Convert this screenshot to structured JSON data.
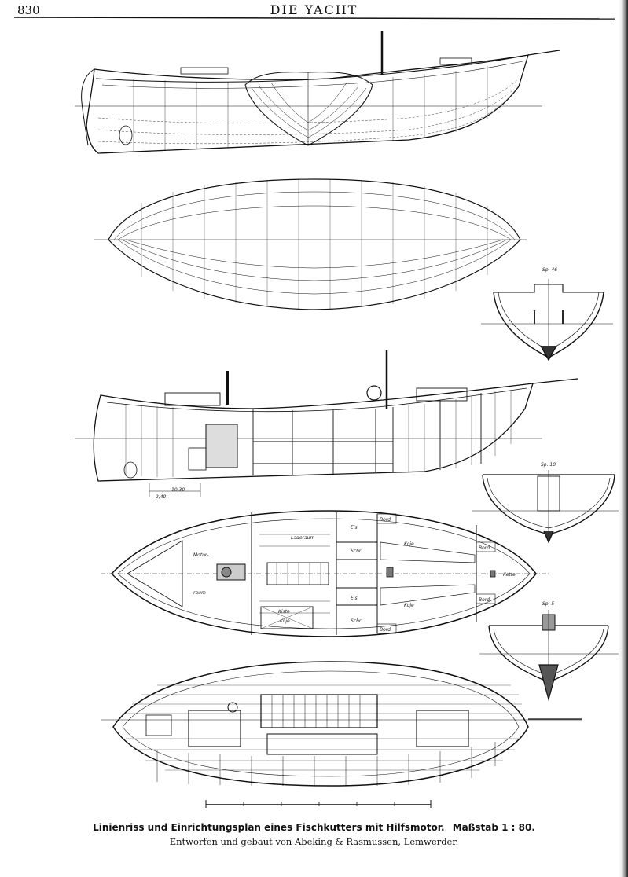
{
  "header": {
    "page_number": "830",
    "running_title": "DIE YACHT"
  },
  "drawing_labels": {
    "section_46": "Sp. 46",
    "section_10": "Sp. 10",
    "section_5": "Sp. 5",
    "motor_room_1": "Motor-",
    "motor_room_2": "raum",
    "cargo_hold": "Laderaum",
    "ice_top": "Eis",
    "ice_bottom": "Eis",
    "locker_top": "Schr.",
    "locker_bottom": "Schr.",
    "bunk_top": "Koje",
    "bunk_bottom": "Koje",
    "bunk_engine": "Koje",
    "chest": "Kiste",
    "board_1": "Bord",
    "board_2": "Bord",
    "board_3": "Bord",
    "board_4": "Bord",
    "chain": "Kette",
    "dim_a": "2,40",
    "dim_b": "10,30"
  },
  "caption": {
    "title": "Linienriss und Einrichtungsplan eines Fischkutters mit Hilfsmotor.",
    "scale": "Maßstab 1 : 80.",
    "credit": "Entworfen und gebaut von Abeking & Rasmussen, Lemwerder."
  }
}
